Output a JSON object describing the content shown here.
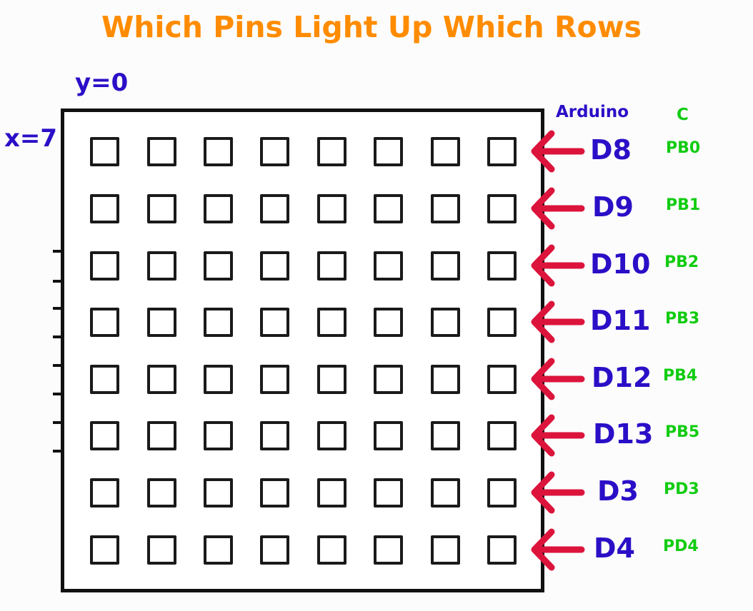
{
  "title": "Which Pins Light Up Which Rows",
  "y_label": "y=0",
  "x_label": "x=7",
  "columns": {
    "arduino": "Arduino",
    "c": "C"
  },
  "grid": {
    "rows": 8,
    "cols": 8
  },
  "rows": [
    {
      "arduino": "D8",
      "c": "PB0"
    },
    {
      "arduino": "D9",
      "c": "PB1"
    },
    {
      "arduino": "D10",
      "c": "PB2"
    },
    {
      "arduino": "D11",
      "c": "PB3"
    },
    {
      "arduino": "D12",
      "c": "PB4"
    },
    {
      "arduino": "D13",
      "c": "PB5"
    },
    {
      "arduino": "D3",
      "c": "PD3"
    },
    {
      "arduino": "D4",
      "c": "PD4"
    }
  ],
  "colors": {
    "title": "#ff8c00",
    "pin": "#2a0fc7",
    "port": "#11cc11",
    "arrow": "#dc143c"
  }
}
